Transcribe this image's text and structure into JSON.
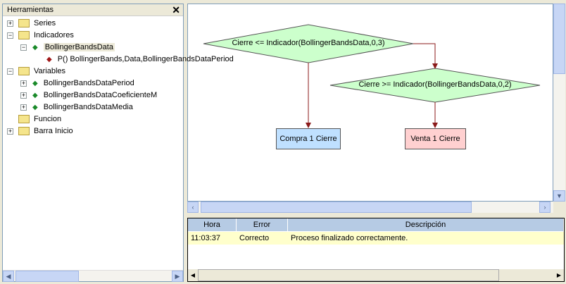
{
  "panel": {
    "title": "Herramientas",
    "close": "✕"
  },
  "tree": [
    {
      "label": "Series"
    },
    {
      "label": "Indicadores"
    },
    {
      "label": "BollingerBandsData"
    },
    {
      "label": "P() BollingerBands,Data,BollingerBandsDataPeriod"
    },
    {
      "label": "Variables"
    },
    {
      "label": "BollingerBandsDataPeriod"
    },
    {
      "label": "BollingerBandsDataCoeficienteM"
    },
    {
      "label": "BollingerBandsDataMedia"
    },
    {
      "label": "Funcion"
    },
    {
      "label": "Barra Inicio"
    }
  ],
  "diagram": {
    "cond1": "Cierre <= Indicador(BollingerBandsData,0,3)",
    "cond2": "Cierre >= Indicador(BollingerBandsData,0,2)",
    "buy": "Compra 1 Cierre",
    "sell": "Venta 1 Cierre"
  },
  "log": {
    "headers": [
      "Hora",
      "Error",
      "Descripción"
    ],
    "rows": [
      [
        "11:03:37",
        "Correcto",
        "Proceso finalizado correctamente."
      ]
    ]
  }
}
